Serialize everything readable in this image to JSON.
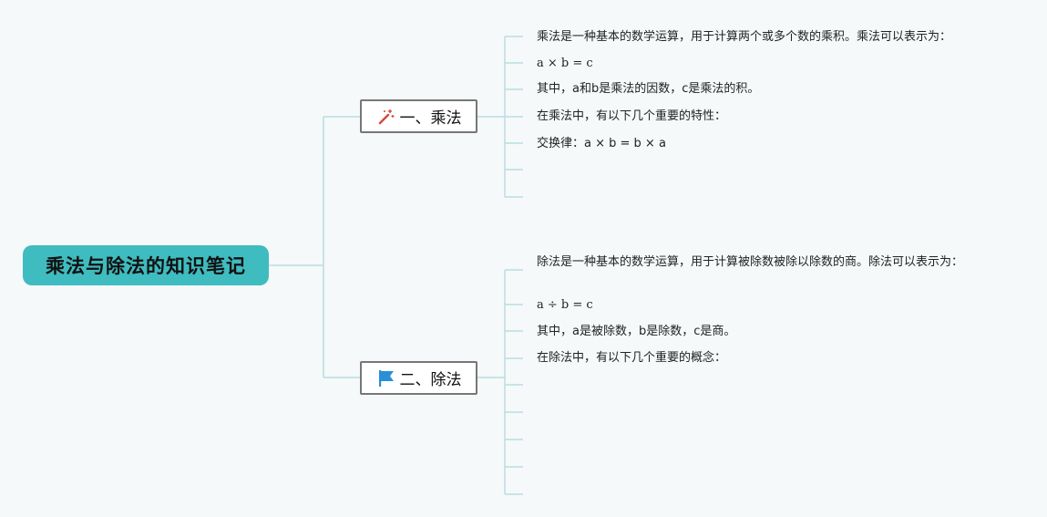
{
  "root": {
    "title": "乘法与除法的知识笔记"
  },
  "branches": [
    {
      "label": "一、乘法",
      "icon": "magic-wand-icon",
      "items": [
        "乘法是一种基本的数学运算，用于计算两个或多个数的乘积。乘法可以表示为：",
        "a × b = c",
        "其中，a和b是乘法的因数，c是乘法的积。",
        "在乘法中，有以下几个重要的特性：",
        "交换律：a × b = b × a",
        "",
        ""
      ]
    },
    {
      "label": "二、除法",
      "icon": "flag-icon",
      "items": [
        "除法是一种基本的数学运算，用于计算被除数被除以除数的商。除法可以表示为：",
        "a ÷ b = c",
        "其中，a是被除数，b是除数，c是商。",
        "在除法中，有以下几个重要的概念：",
        "",
        "",
        "",
        "",
        ""
      ]
    }
  ],
  "colors": {
    "root": "#3fbcc0",
    "connector": "#b9dde2",
    "wand": "#d9453a",
    "flag": "#2a8fd6"
  }
}
